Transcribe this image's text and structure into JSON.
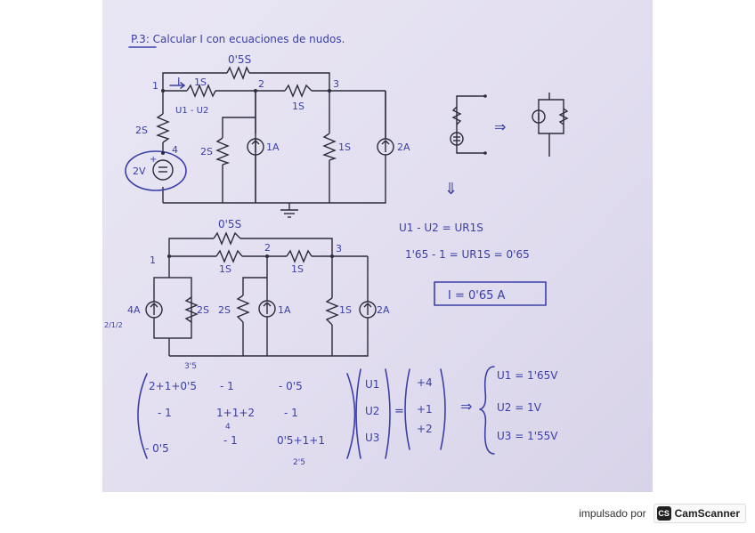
{
  "problem": {
    "title": "P.3: Calcular I con ecuaciones de nudos."
  },
  "circuit1": {
    "top_resistor": "0'5S",
    "r12": "1S",
    "current_label": "I",
    "voltage_label": "U1 - U2",
    "r23": "1S",
    "r14": "2S",
    "r2g": "2S",
    "src2": "1A",
    "r3g": "1S",
    "src3": "2A",
    "vsrc": "2V",
    "nodes": [
      "1",
      "2",
      "3",
      "4"
    ]
  },
  "circuit2": {
    "top_resistor": "0'5S",
    "r12": "1S",
    "r23": "1S",
    "src1": "4A",
    "src1_frac": "2/1/2",
    "r1g": "2S",
    "r2g": "2S",
    "src2": "1A",
    "r3g": "1S",
    "src3": "2A",
    "nodes": [
      "1",
      "2",
      "3"
    ]
  },
  "side_sketch": {
    "arrow": "⇒",
    "down_arrow": "⇓"
  },
  "equations": {
    "eq1": "U1 - U2 = UR1S",
    "eq2": "1'65 - 1 = UR1S = 0'65",
    "result": "I = 0'65 A"
  },
  "matrix": {
    "rows": [
      [
        "2+1+0'5",
        "- 1",
        "- 0'5"
      ],
      [
        "- 1",
        "1+1+2",
        "- 1"
      ],
      [
        "- 0'5",
        "- 1",
        "0'5+1+1"
      ]
    ],
    "annot_top": "3'5",
    "annot_mid": "4",
    "annot_bot": "2'5",
    "vars": [
      "U1",
      "U2",
      "U3"
    ],
    "rhs": [
      "+4",
      "+1",
      "+2"
    ],
    "equals": "=",
    "implies": "⇒",
    "solution": [
      "U1 = 1'65V",
      "U2 = 1V",
      "U3 = 1'55V"
    ]
  },
  "footer": {
    "powered_by": "impulsado por",
    "brand": "CamScanner",
    "brand_icon": "CS"
  }
}
